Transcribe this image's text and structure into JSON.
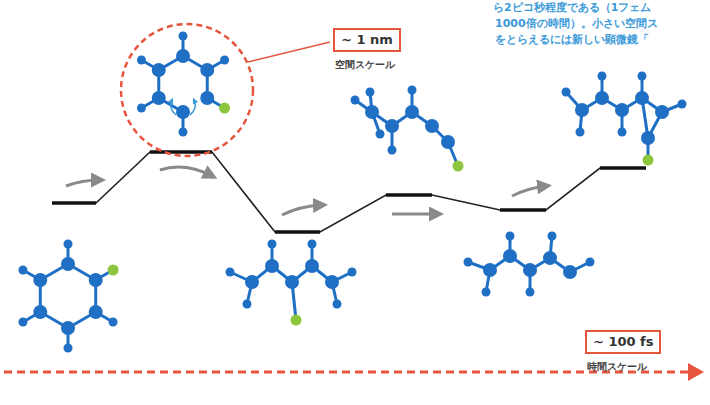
{
  "diagram": {
    "nodes": [
      {
        "text": [
          "~ 1 nm",
          "空間スケール"
        ]
      },
      {
        "text": [
          "~ 100 fs",
          "時間スケール"
        ]
      }
    ],
    "labels": [
      "ら2ピコ秒程度である（1フェム",
      "1000倍の時間）。小さい空間ス",
      "をとらえるには新しい顕微鏡「"
    ]
  }
}
